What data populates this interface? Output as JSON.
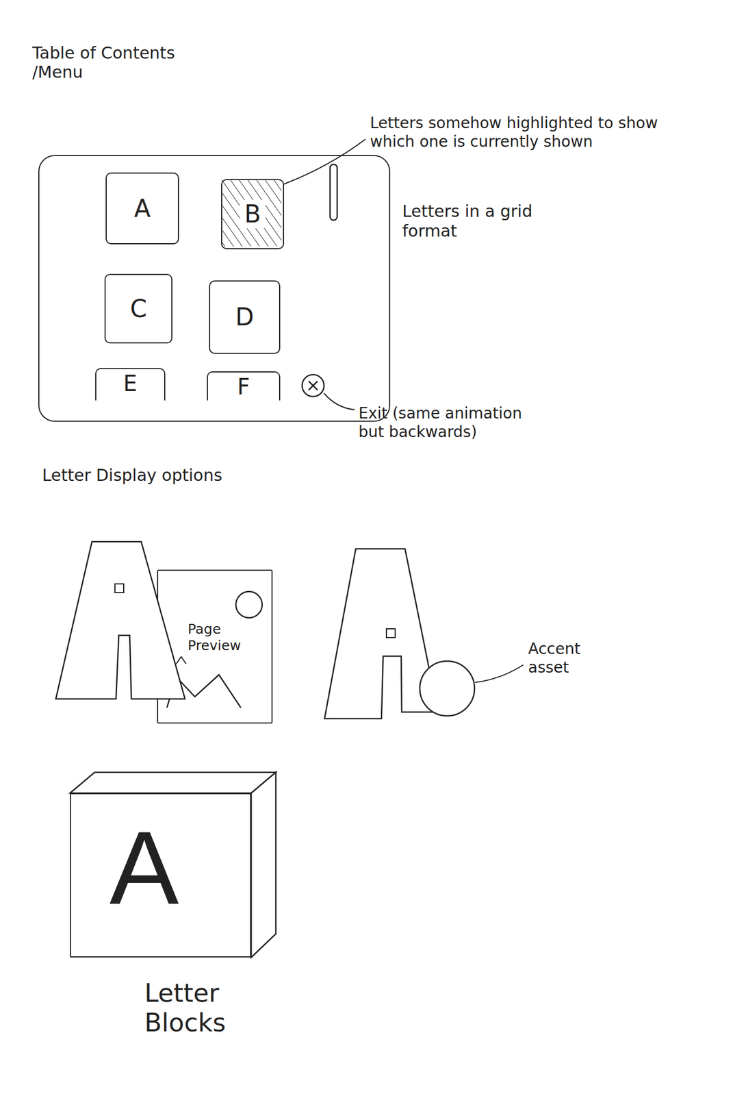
{
  "diagram": {
    "nodes": [
      {
        "text": [
          "Table of Contents /Menu"
        ]
      },
      {
        "text": [
          "A"
        ],
        "in": 0
      },
      {
        "text": [
          "B"
        ],
        "in": 0
      },
      {
        "text": [
          "C"
        ],
        "in": 0
      },
      {
        "text": [
          "D"
        ],
        "in": 0
      },
      {
        "text": [
          "E"
        ],
        "in": 0
      },
      {
        "text": [
          "F"
        ],
        "in": 0
      },
      {
        "text": [
          "Page Preview"
        ]
      },
      {
        "text": [
          "A",
          "Letter Blocks"
        ]
      }
    ],
    "labels": [
      "Letters somehow highlighted to show which one is currently shown",
      "Letters in a grid format",
      "Exit (same animation but backwards)",
      "Letter Display options",
      "Accent asset"
    ]
  }
}
